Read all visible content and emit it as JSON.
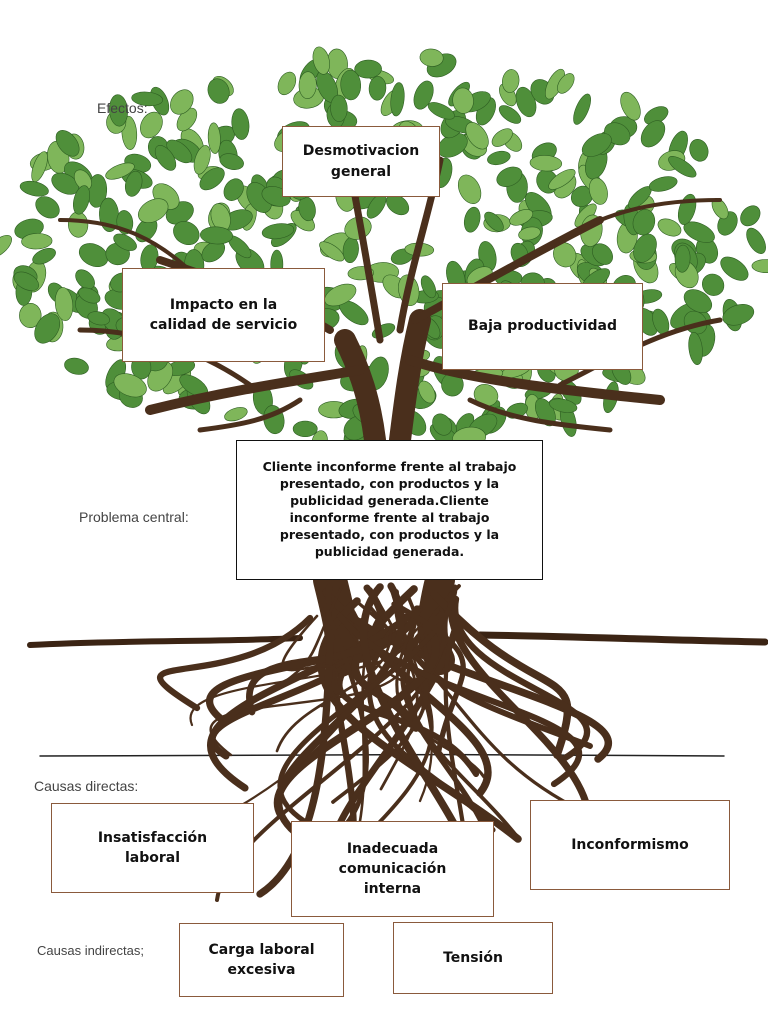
{
  "labels": {
    "efectos": "Efectos:",
    "problema": "Problema central:",
    "causas_directas": "Causas directas:",
    "causas_indirectas": "Causas indirectas;"
  },
  "efectos": {
    "desmotivacion": "Desmotivacion general",
    "impacto": "Impacto en la calidad de servicio",
    "baja": "Baja productividad"
  },
  "problema_central": "Cliente inconforme frente al trabajo presentado, con productos y la publicidad generada.Cliente inconforme frente al trabajo presentado, con productos y la publicidad generada.",
  "causas_directas": {
    "insatisfaccion": "Insatisfacción laboral",
    "comunicacion": "Inadecuada comunicación interna",
    "inconformismo": "Inconformismo"
  },
  "causas_indirectas": {
    "carga": "Carga laboral excesiva",
    "tension": "Tensión"
  },
  "colors": {
    "leaf": "#4f8f3a",
    "leaf_light": "#7fb65a",
    "trunk": "#4a2f1c",
    "box_border": "#8a5a3c"
  }
}
